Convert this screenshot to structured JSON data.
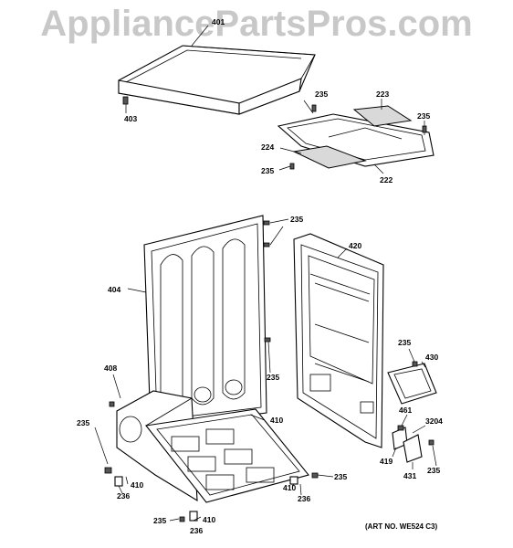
{
  "watermark": "AppliancePartsPros.com",
  "art_number": "(ART NO. WE524 C3)",
  "callouts": {
    "c401": "401",
    "c403": "403",
    "c223": "223",
    "c235_a": "235",
    "c235_b": "235",
    "c224": "224",
    "c235_c": "235",
    "c222": "222",
    "c235_d": "235",
    "c420": "420",
    "c404": "404",
    "c235_e": "235",
    "c430": "430",
    "c408": "408",
    "c235_f": "235",
    "c410_a": "410",
    "c235_g": "235",
    "c461": "461",
    "c3204": "3204",
    "c419": "419",
    "c410_b": "410",
    "c236_a": "236",
    "c431": "431",
    "c235_h": "235",
    "c235_i": "235",
    "c410_c": "410",
    "c236_b": "236",
    "c235_j": "235",
    "c410_d": "410",
    "c236_c": "236"
  }
}
